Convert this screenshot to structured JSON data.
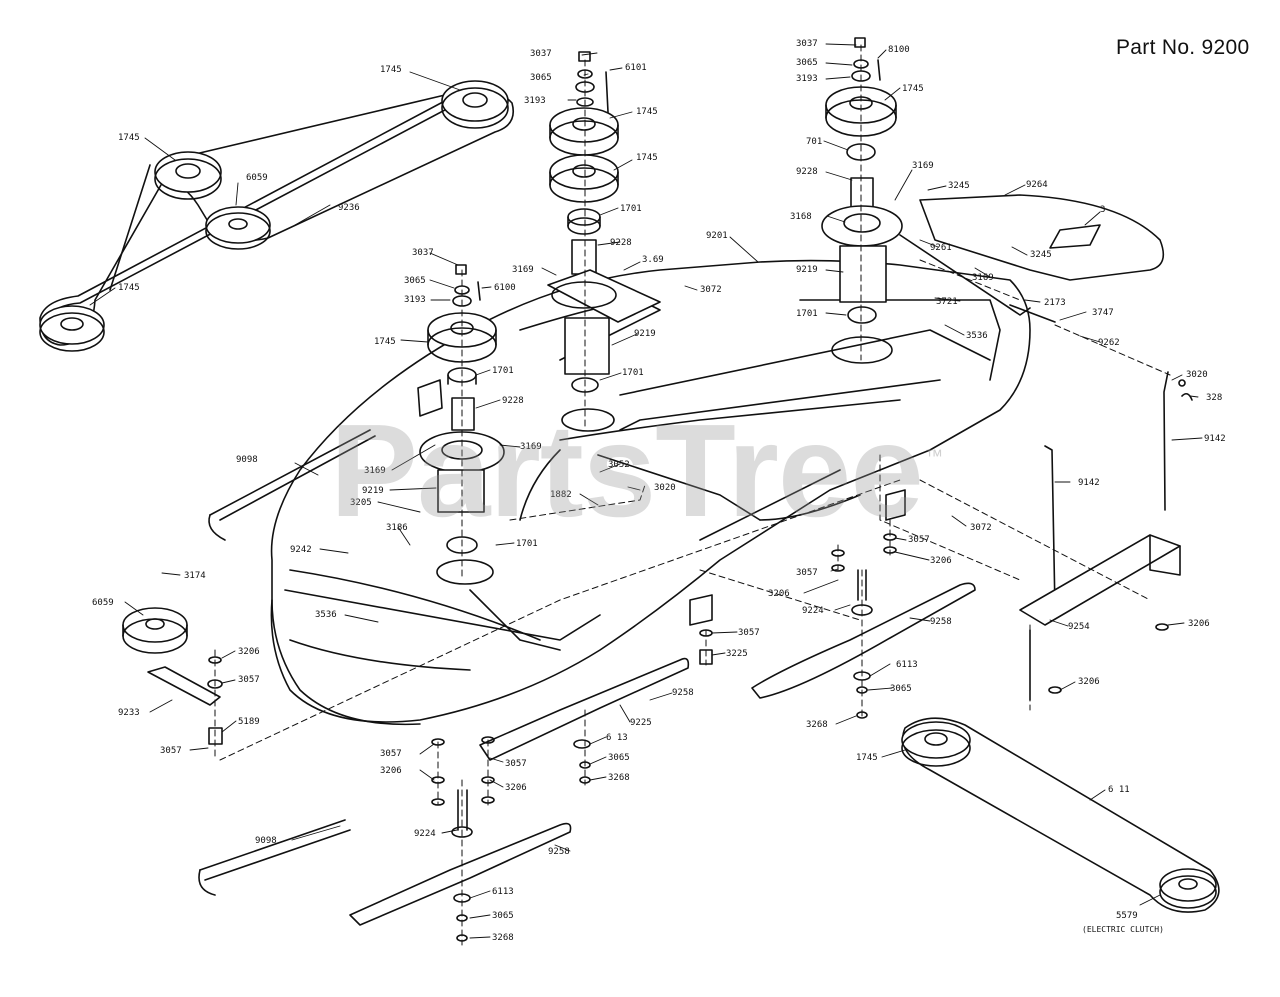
{
  "header": {
    "part_no": "Part No. 9200"
  },
  "watermark": {
    "text": "PartsTree",
    "trademark": "™"
  },
  "callouts": [
    {
      "id": "c1",
      "text": "1745"
    },
    {
      "id": "c2",
      "text": "1745"
    },
    {
      "id": "c3",
      "text": "6059"
    },
    {
      "id": "c4",
      "text": "9236"
    },
    {
      "id": "c5",
      "text": "1745"
    },
    {
      "id": "c6",
      "text": "3037"
    },
    {
      "id": "c7",
      "text": "3065"
    },
    {
      "id": "c8",
      "text": "3193"
    },
    {
      "id": "c9",
      "text": "6101"
    },
    {
      "id": "c10",
      "text": "1745"
    },
    {
      "id": "c11",
      "text": "1745"
    },
    {
      "id": "c12",
      "text": "1701"
    },
    {
      "id": "c13",
      "text": "9228"
    },
    {
      "id": "c14",
      "text": "3169"
    },
    {
      "id": "c15",
      "text": "3.69"
    },
    {
      "id": "c16",
      "text": "9201"
    },
    {
      "id": "c17",
      "text": "3072"
    },
    {
      "id": "c18",
      "text": "9219"
    },
    {
      "id": "c19",
      "text": "1701"
    },
    {
      "id": "c20",
      "text": "3037"
    },
    {
      "id": "c21",
      "text": "3065"
    },
    {
      "id": "c22",
      "text": "3193"
    },
    {
      "id": "c23",
      "text": "6100"
    },
    {
      "id": "c24",
      "text": "1745"
    },
    {
      "id": "c25",
      "text": "1701"
    },
    {
      "id": "c26",
      "text": "9228"
    },
    {
      "id": "c27",
      "text": "3169"
    },
    {
      "id": "c28",
      "text": "3169"
    },
    {
      "id": "c29",
      "text": "9098"
    },
    {
      "id": "c30",
      "text": "9219"
    },
    {
      "id": "c31",
      "text": "3205"
    },
    {
      "id": "c32",
      "text": "3052"
    },
    {
      "id": "c33",
      "text": "1882"
    },
    {
      "id": "c34",
      "text": "3020"
    },
    {
      "id": "c35",
      "text": "3186"
    },
    {
      "id": "c36",
      "text": "1701"
    },
    {
      "id": "c37",
      "text": "9242"
    },
    {
      "id": "c38",
      "text": "3536"
    },
    {
      "id": "c39",
      "text": "3174"
    },
    {
      "id": "c40",
      "text": "6059"
    },
    {
      "id": "c41",
      "text": "3206"
    },
    {
      "id": "c42",
      "text": "3057"
    },
    {
      "id": "c43",
      "text": "9233"
    },
    {
      "id": "c44",
      "text": "5189"
    },
    {
      "id": "c45",
      "text": "3057"
    },
    {
      "id": "c46",
      "text": "3037"
    },
    {
      "id": "c47",
      "text": "8100"
    },
    {
      "id": "c48",
      "text": "3065"
    },
    {
      "id": "c49",
      "text": "3193"
    },
    {
      "id": "c50",
      "text": "1745"
    },
    {
      "id": "c51",
      "text": "701"
    },
    {
      "id": "c52",
      "text": "9228"
    },
    {
      "id": "c53",
      "text": "3169"
    },
    {
      "id": "c54",
      "text": "3245"
    },
    {
      "id": "c55",
      "text": "9264"
    },
    {
      "id": "c56",
      "text": "3168"
    },
    {
      "id": "c57",
      "text": "9261"
    },
    {
      "id": "c58",
      "text": "3245"
    },
    {
      "id": "c59",
      "text": "3"
    },
    {
      "id": "c60",
      "text": "9219"
    },
    {
      "id": "c61",
      "text": "3169"
    },
    {
      "id": "c62",
      "text": "3721"
    },
    {
      "id": "c63",
      "text": "2173"
    },
    {
      "id": "c64",
      "text": "3747"
    },
    {
      "id": "c65",
      "text": "1701"
    },
    {
      "id": "c66",
      "text": "3536"
    },
    {
      "id": "c67",
      "text": "9262"
    },
    {
      "id": "c68",
      "text": "3020"
    },
    {
      "id": "c69",
      "text": "328"
    },
    {
      "id": "c70",
      "text": "9142"
    },
    {
      "id": "c71",
      "text": "9142"
    },
    {
      "id": "c72",
      "text": "3072"
    },
    {
      "id": "c73",
      "text": "3057"
    },
    {
      "id": "c74",
      "text": "3206"
    },
    {
      "id": "c75",
      "text": "3057"
    },
    {
      "id": "c76",
      "text": "3206"
    },
    {
      "id": "c77",
      "text": "9224"
    },
    {
      "id": "c78",
      "text": "9258"
    },
    {
      "id": "c79",
      "text": "9254"
    },
    {
      "id": "c80",
      "text": "3206"
    },
    {
      "id": "c81",
      "text": "3057"
    },
    {
      "id": "c82",
      "text": "3225"
    },
    {
      "id": "c83",
      "text": "6113"
    },
    {
      "id": "c84",
      "text": "3065"
    },
    {
      "id": "c85",
      "text": "3268"
    },
    {
      "id": "c86",
      "text": "3206"
    },
    {
      "id": "c87",
      "text": "9258"
    },
    {
      "id": "c88",
      "text": "9225"
    },
    {
      "id": "c89",
      "text": "3057"
    },
    {
      "id": "c90",
      "text": "3057"
    },
    {
      "id": "c91",
      "text": "3206"
    },
    {
      "id": "c92",
      "text": "3206"
    },
    {
      "id": "c93",
      "text": "6 13"
    },
    {
      "id": "c94",
      "text": "3065"
    },
    {
      "id": "c95",
      "text": "3268"
    },
    {
      "id": "c96",
      "text": "9224"
    },
    {
      "id": "c97",
      "text": "9098"
    },
    {
      "id": "c98",
      "text": "9258"
    },
    {
      "id": "c99",
      "text": "6113"
    },
    {
      "id": "c100",
      "text": "3065"
    },
    {
      "id": "c101",
      "text": "3268"
    },
    {
      "id": "c102",
      "text": "1745"
    },
    {
      "id": "c103",
      "text": "6 11"
    },
    {
      "id": "c104",
      "text": "5579"
    },
    {
      "id": "c105",
      "text": "(ELECTRIC CLUTCH)"
    }
  ]
}
